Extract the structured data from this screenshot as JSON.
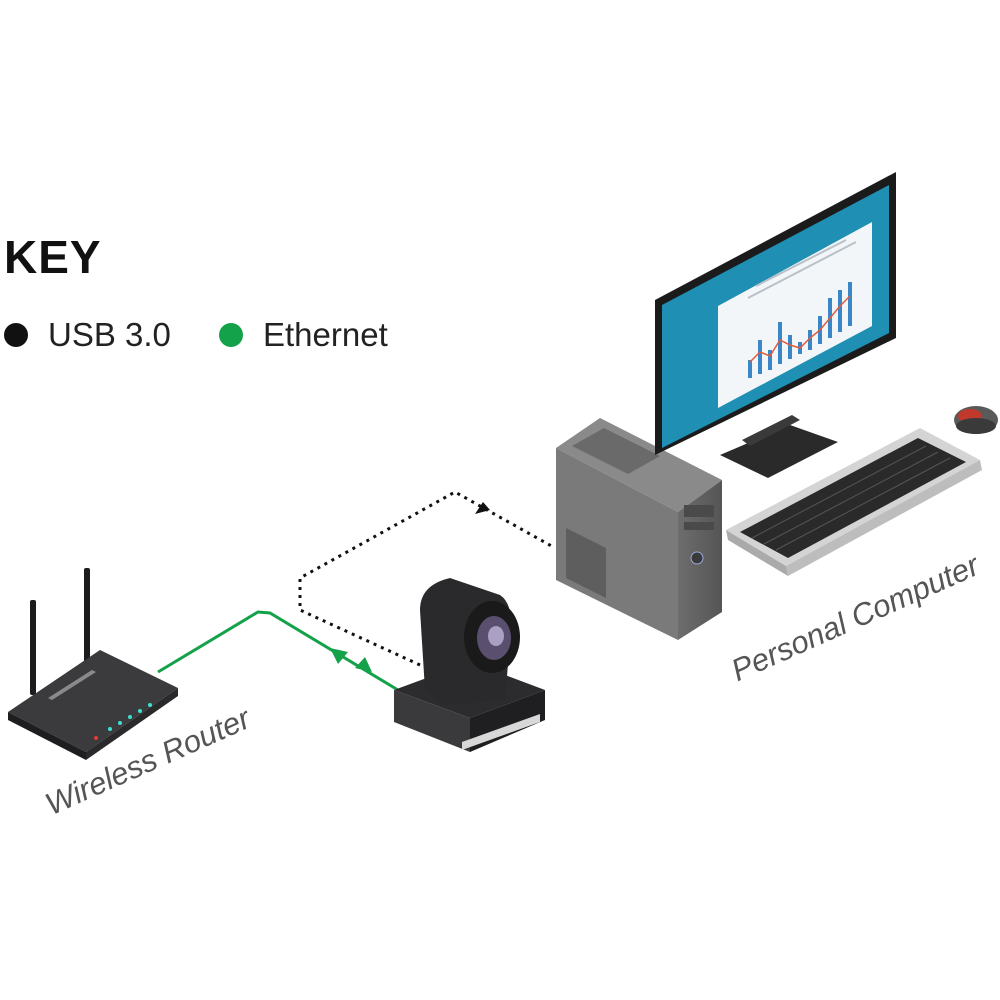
{
  "key": {
    "title": "KEY",
    "items": [
      {
        "label": "USB 3.0",
        "color": "#111111",
        "icon": "usb-dot-icon"
      },
      {
        "label": "Ethernet",
        "color": "#13a24a",
        "icon": "ethernet-dot-icon"
      }
    ]
  },
  "devices": {
    "router": {
      "label": "Wireless Router",
      "icon": "wireless-router-icon"
    },
    "camera": {
      "icon": "ptz-camera-icon"
    },
    "pc": {
      "label": "Personal Computer",
      "icon": "desktop-computer-icon"
    }
  },
  "connections": [
    {
      "from": "Wireless Router",
      "to": "camera",
      "type": "Ethernet",
      "bidirectional": true
    },
    {
      "from": "camera",
      "to": "Personal Computer",
      "type": "USB 3.0",
      "bidirectional": false
    }
  ],
  "colors": {
    "usb": "#111111",
    "ethernet": "#13a24a",
    "screen": "#1f8fb3",
    "bars": "#3b86c6"
  }
}
